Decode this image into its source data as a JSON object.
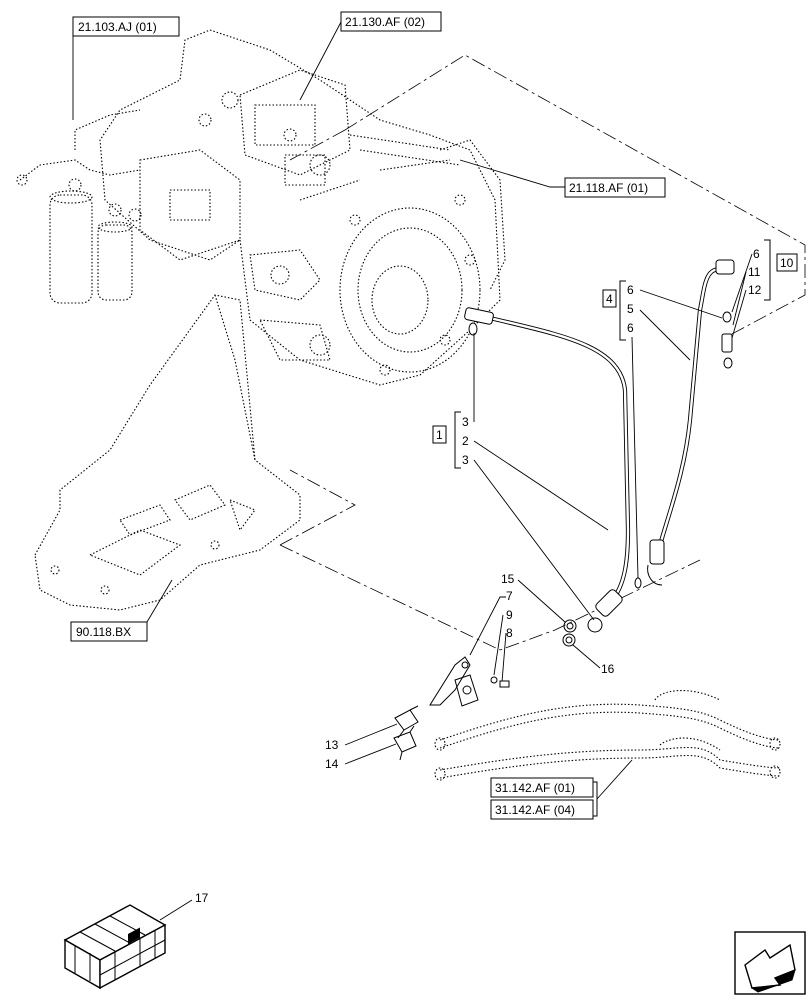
{
  "references": {
    "ref_21_103": "21.103.AJ (01)",
    "ref_21_130": "21.130.AF (02)",
    "ref_21_118": "21.118.AF (01)",
    "ref_90_118": "90.118.BX",
    "ref_31_142_a": "31.142.AF (01)",
    "ref_31_142_b": "31.142.AF (04)"
  },
  "groups": {
    "g1": "1",
    "g4": "4",
    "g10": "10"
  },
  "callouts": {
    "c2": "2",
    "c3a": "3",
    "c3b": "3",
    "c5": "5",
    "c6a": "6",
    "c6b": "6",
    "c6c": "6",
    "c7": "7",
    "c8": "8",
    "c9": "9",
    "c11": "11",
    "c12": "12",
    "c13": "13",
    "c14": "14",
    "c15": "15",
    "c16": "16",
    "c17": "17"
  },
  "icons": {
    "nav": "next-page-arrow-icon",
    "kit": "kit-box-icon"
  }
}
